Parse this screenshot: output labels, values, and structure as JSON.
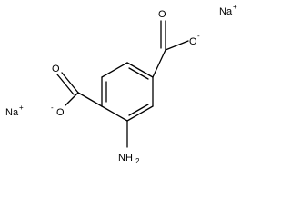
{
  "molecule": {
    "labels": {
      "oxygen_top": "O",
      "oxygen_top_anion": "O",
      "oxygen_top_charge": "-",
      "oxygen_left": "O",
      "oxygen_left_anion": "O",
      "oxygen_left_charge": "-",
      "amine_n": "NH",
      "amine_sub": "2",
      "sodium_1": "Na",
      "sodium_1_charge": "+",
      "sodium_2": "Na",
      "sodium_2_charge": "+"
    },
    "colors": {
      "bond": "#000000",
      "text": "#000000",
      "background": "#ffffff"
    }
  }
}
